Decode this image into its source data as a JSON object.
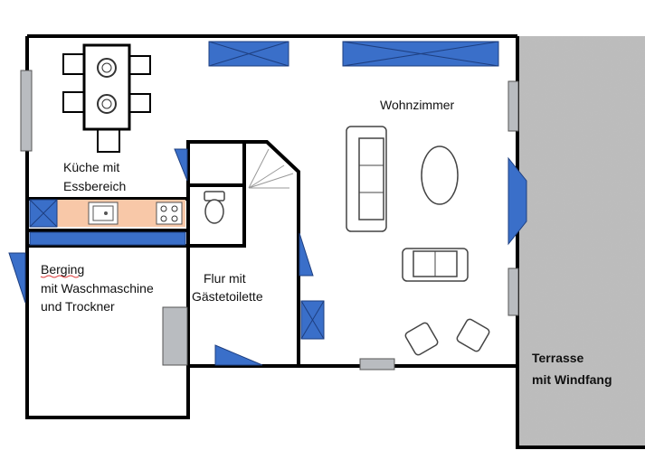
{
  "rooms": {
    "kitchen": {
      "line1": "Küche mit",
      "line2": "Essbereich"
    },
    "living": {
      "label": "Wohnzimmer"
    },
    "storage": {
      "line1": "Berging",
      "line2": "mit Waschmaschine",
      "line3": "und Trockner"
    },
    "hall": {
      "line1": "Flur mit",
      "line2": "Gästetoilette"
    },
    "terrace": {
      "line1": "Terrasse",
      "line2": "mit Windfang"
    }
  },
  "colors": {
    "window": "#3a6fc9",
    "counter": "#f8c8a8",
    "wall": "#000000",
    "terrace": "#9a9a9a"
  }
}
